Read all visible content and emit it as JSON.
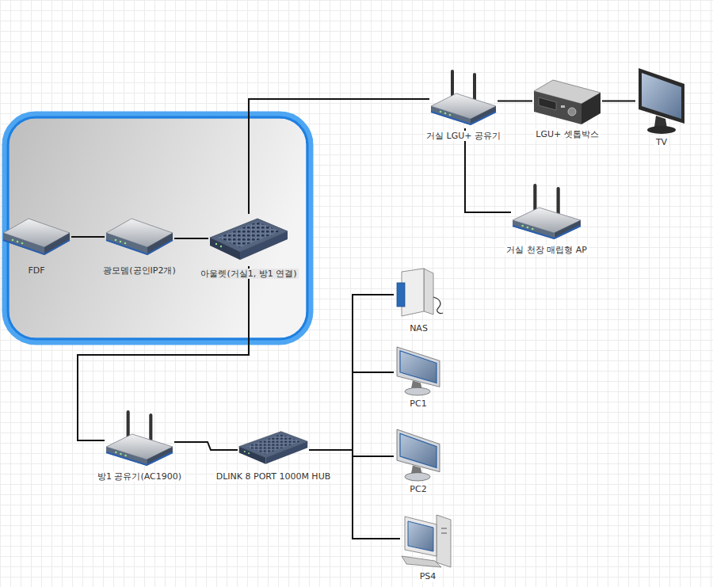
{
  "diagram": {
    "nodes": [
      {
        "text": [
          "거실 LGU+ 공유기"
        ]
      },
      {
        "text": [
          "LGU+ 셋톱박스"
        ]
      },
      {
        "text": [
          "TV"
        ]
      },
      {
        "text": [
          "FDF"
        ]
      },
      {
        "text": [
          "광모뎀(공인IP2개)"
        ]
      },
      {
        "text": [
          "아울렛(거실1, 방1 연결)"
        ]
      },
      {
        "text": [
          "거실 천장 매립형 AP"
        ]
      },
      {
        "text": [
          "NAS"
        ]
      },
      {
        "text": [
          "PC1"
        ]
      },
      {
        "text": [
          "PC2"
        ]
      },
      {
        "text": [
          "PS4"
        ]
      },
      {
        "text": [
          "방1 공유기(AC1900)"
        ]
      },
      {
        "text": [
          "DLINK 8 PORT 1000M HUB"
        ]
      }
    ],
    "edges": [
      {
        "from": 3,
        "to": 4,
        "arrow": "none"
      },
      {
        "from": 4,
        "to": 5,
        "arrow": "none"
      },
      {
        "from": 5,
        "to": 0,
        "arrow": "none"
      },
      {
        "from": 0,
        "to": 1,
        "arrow": "none"
      },
      {
        "from": 1,
        "to": 2,
        "arrow": "none"
      },
      {
        "from": 0,
        "to": 6,
        "arrow": "none"
      },
      {
        "from": 5,
        "to": 11,
        "arrow": "none"
      },
      {
        "from": 11,
        "to": 12,
        "arrow": "none"
      },
      {
        "from": 12,
        "to": 7,
        "arrow": "none"
      },
      {
        "from": 12,
        "to": 8,
        "arrow": "none"
      },
      {
        "from": 12,
        "to": 9,
        "arrow": "none"
      },
      {
        "from": 12,
        "to": 10,
        "arrow": "none"
      }
    ]
  }
}
